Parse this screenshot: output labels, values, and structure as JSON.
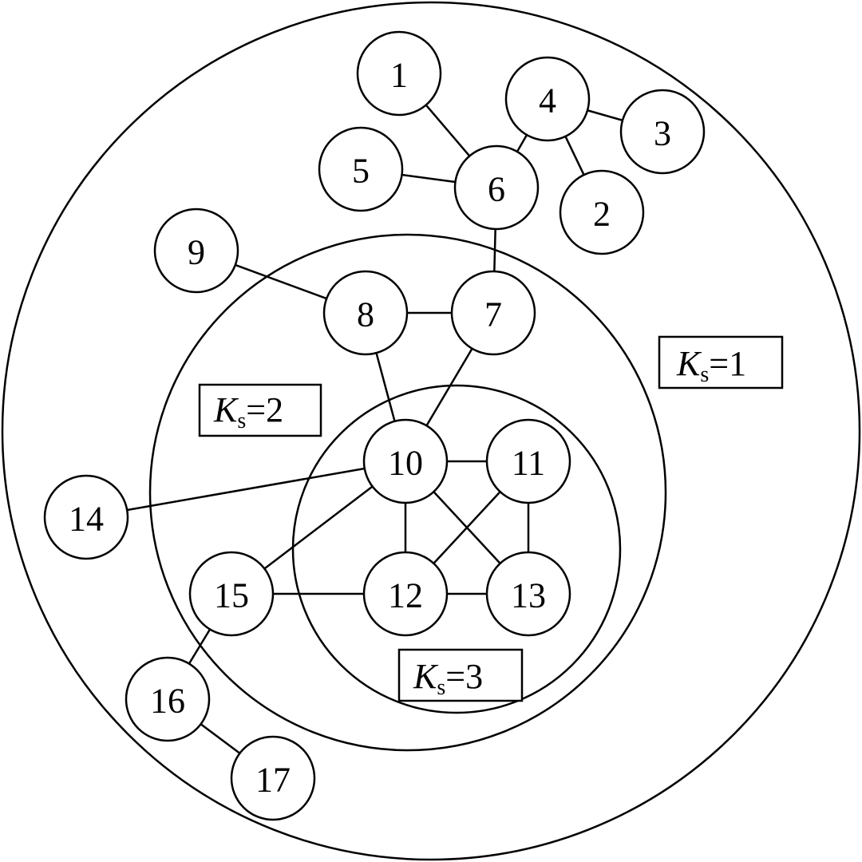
{
  "nodes": [
    {
      "id": "1",
      "label": "1"
    },
    {
      "id": "2",
      "label": "2"
    },
    {
      "id": "3",
      "label": "3"
    },
    {
      "id": "4",
      "label": "4"
    },
    {
      "id": "5",
      "label": "5"
    },
    {
      "id": "6",
      "label": "6"
    },
    {
      "id": "7",
      "label": "7"
    },
    {
      "id": "8",
      "label": "8"
    },
    {
      "id": "9",
      "label": "9"
    },
    {
      "id": "10",
      "label": "10"
    },
    {
      "id": "11",
      "label": "11"
    },
    {
      "id": "12",
      "label": "12"
    },
    {
      "id": "13",
      "label": "13"
    },
    {
      "id": "14",
      "label": "14"
    },
    {
      "id": "15",
      "label": "15"
    },
    {
      "id": "16",
      "label": "16"
    },
    {
      "id": "17",
      "label": "17"
    }
  ],
  "edges": [
    [
      "1",
      "6"
    ],
    [
      "4",
      "6"
    ],
    [
      "5",
      "6"
    ],
    [
      "4",
      "3"
    ],
    [
      "4",
      "2"
    ],
    [
      "6",
      "7"
    ],
    [
      "9",
      "8"
    ],
    [
      "8",
      "7"
    ],
    [
      "8",
      "10"
    ],
    [
      "7",
      "10"
    ],
    [
      "10",
      "11"
    ],
    [
      "10",
      "12"
    ],
    [
      "10",
      "13"
    ],
    [
      "11",
      "12"
    ],
    [
      "11",
      "13"
    ],
    [
      "12",
      "13"
    ],
    [
      "14",
      "10"
    ],
    [
      "15",
      "10"
    ],
    [
      "15",
      "12"
    ],
    [
      "15",
      "16"
    ],
    [
      "16",
      "17"
    ]
  ],
  "shells": [
    {
      "id": "ks1",
      "k_var": "K",
      "k_sub": "s",
      "k_rest": "=1"
    },
    {
      "id": "ks2",
      "k_var": "K",
      "k_sub": "s",
      "k_rest": "=2"
    },
    {
      "id": "ks3",
      "k_var": "K",
      "k_sub": "s",
      "k_rest": "=3"
    }
  ]
}
